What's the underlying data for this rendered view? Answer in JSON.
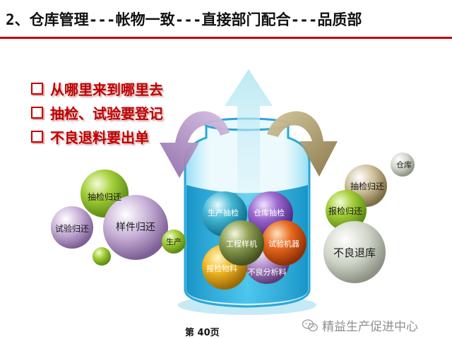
{
  "title": "2、仓库管理---帐物一致---直接部门配合---品质部",
  "bullets": [
    "从哪里来到哪里去",
    "抽检、试验要登记",
    "不良退料要出单"
  ],
  "bubbles": {
    "left": [
      "抽检归还",
      "试验归还",
      "样件归还",
      "生产"
    ],
    "right": [
      "仓库",
      "抽检归还",
      "报检归还",
      "不良退库"
    ],
    "jar": [
      "生产抽检",
      "仓库抽检",
      "工程样机",
      "试验机器",
      "报检物料",
      "不良分析料"
    ]
  },
  "page_number": "第 40页",
  "watermark": "精益生产促进中心",
  "colors": {
    "accent": "#c00000",
    "water": "#1ea6d8"
  }
}
